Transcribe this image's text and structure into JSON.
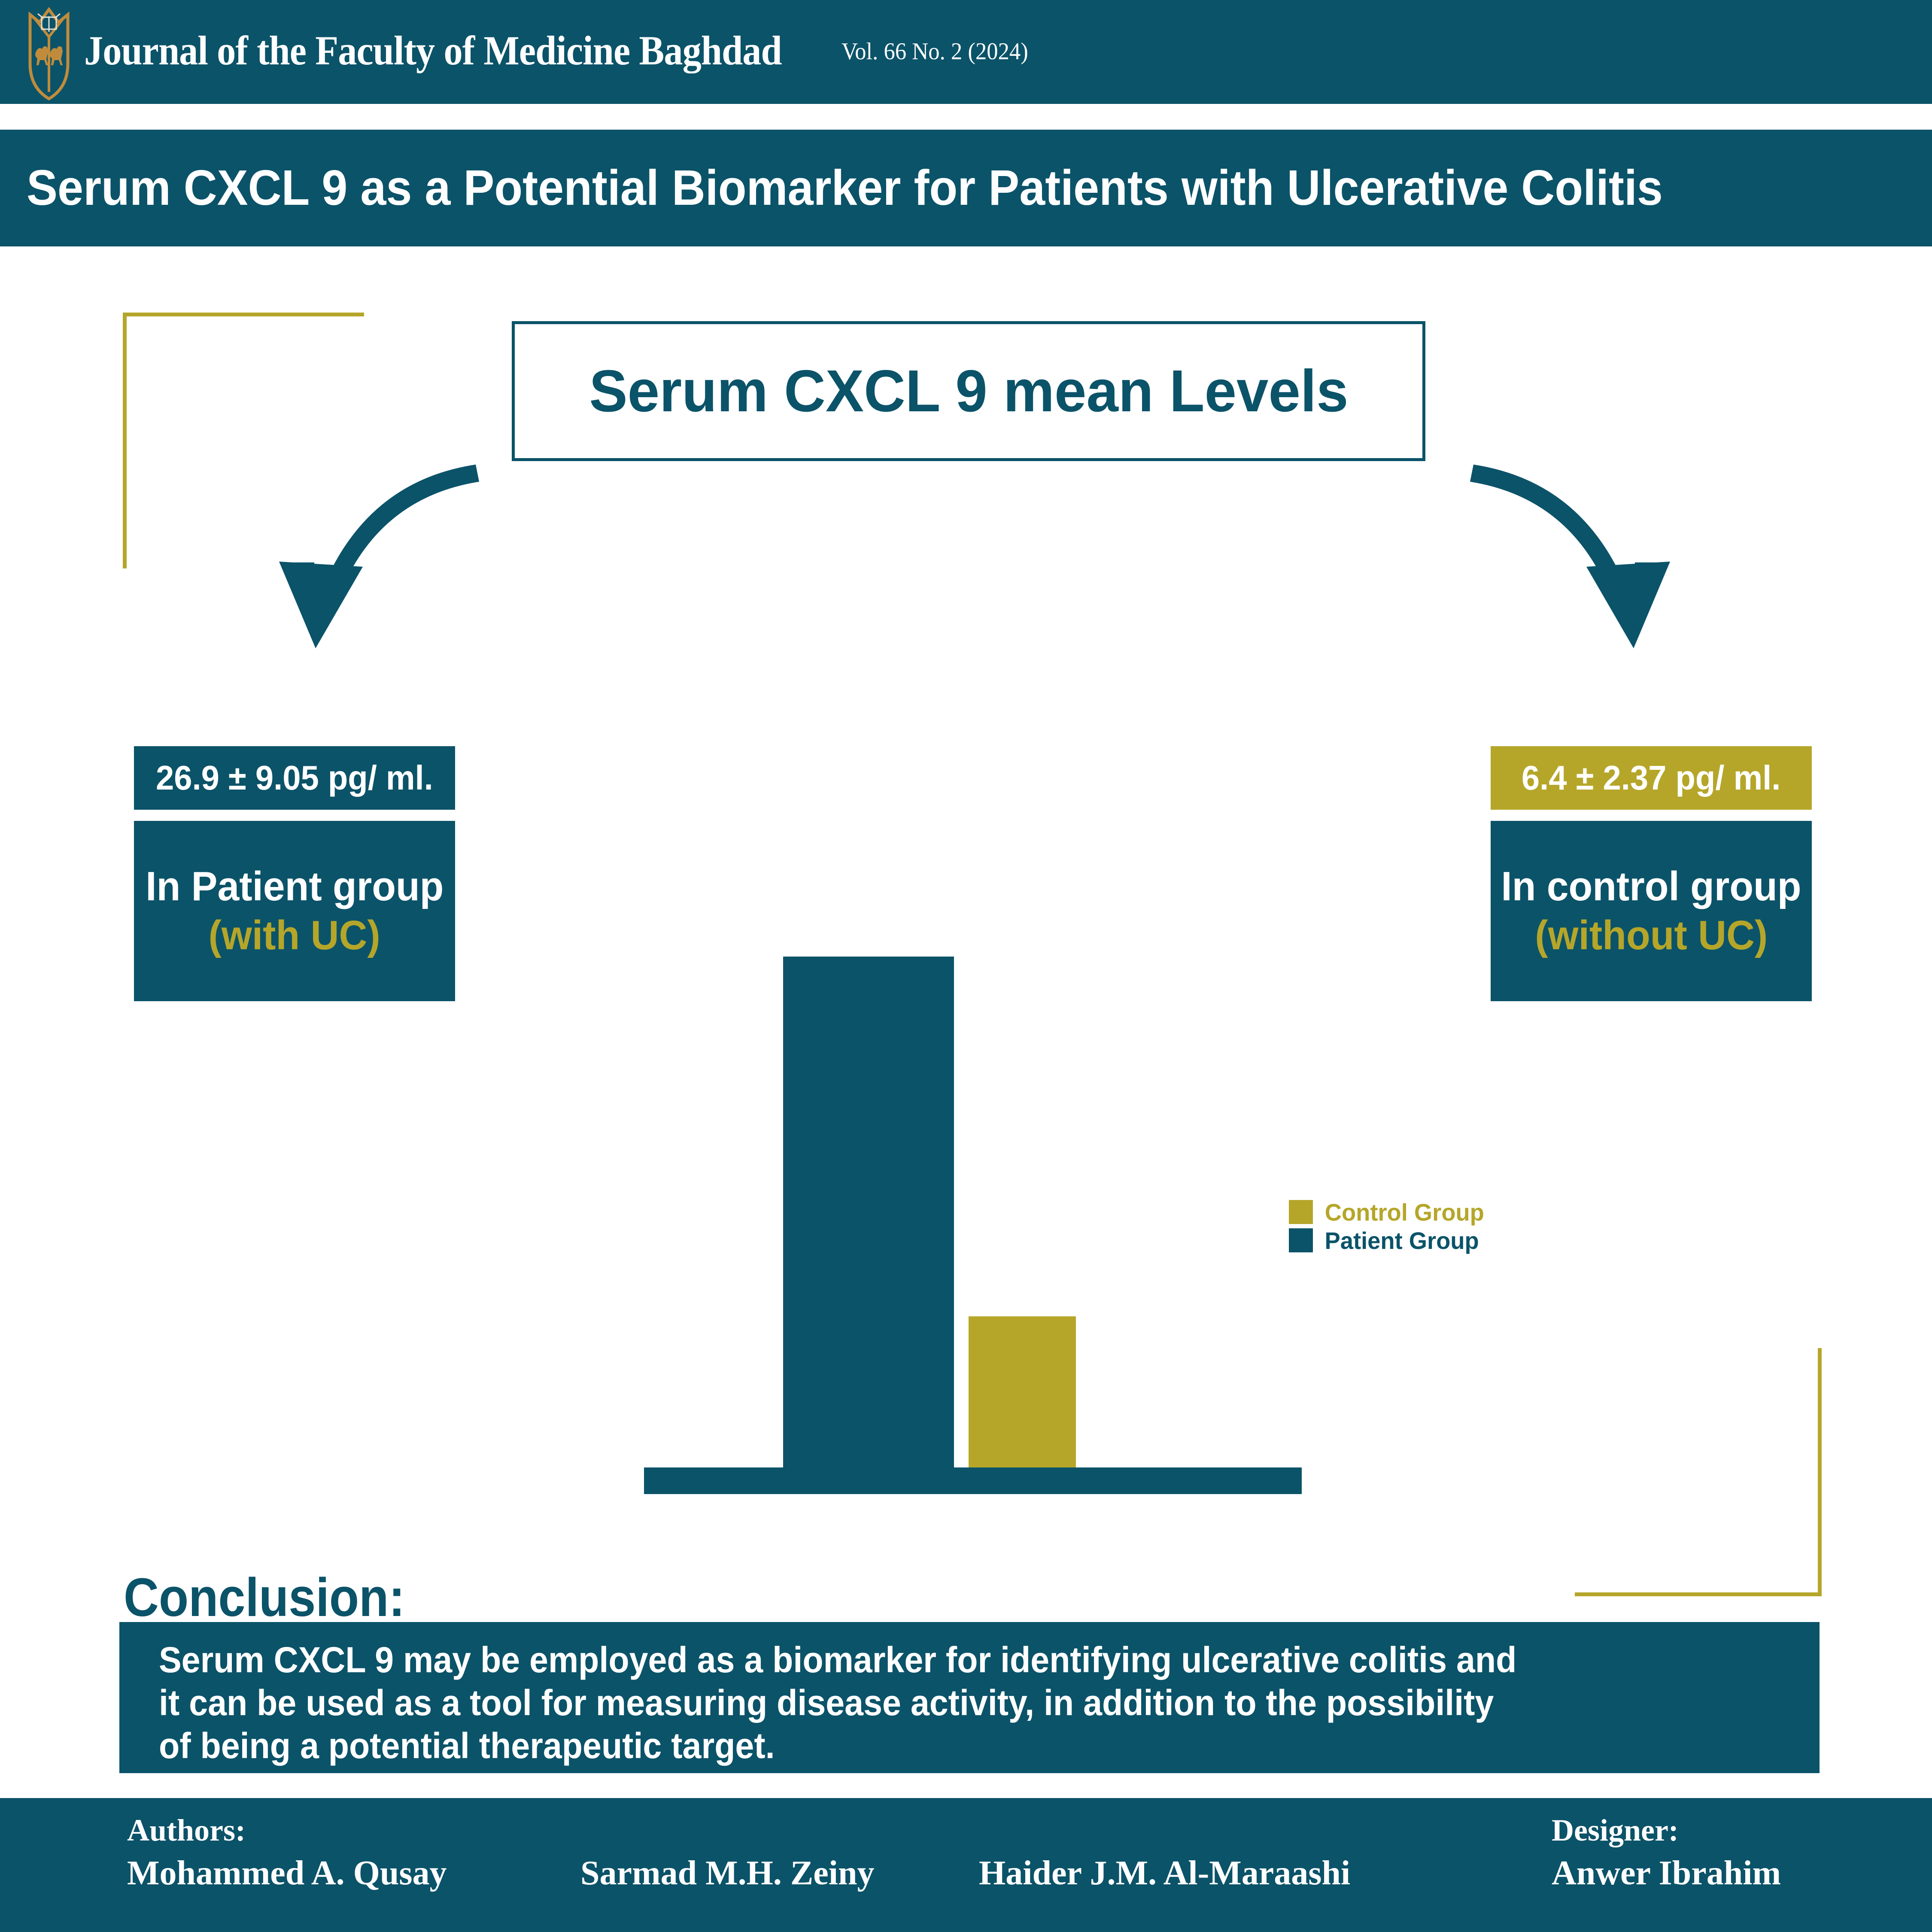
{
  "header": {
    "journal_title": "Journal of the Faculty of Medicine Baghdad",
    "issue": "Vol. 66   No. 2 (2024)",
    "logo_name": "shield-logo"
  },
  "article": {
    "title": "Serum CXCL 9 as a Potential Biomarker for Patients with Ulcerative Colitis"
  },
  "chart_title": "Serum CXCL 9  mean Levels",
  "patient_panel": {
    "value": "26.9 ± 9.05 pg/ ml.",
    "group_line1": "In Patient group",
    "group_line2": "(with UC)"
  },
  "control_panel": {
    "value": "6.4 ± 2.37 pg/ ml.",
    "group_line1": "In control group",
    "group_line2": "(without UC)"
  },
  "legend": {
    "control_label": "Control Group",
    "patient_label": "Patient Group"
  },
  "conclusion": {
    "heading": "Conclusion:",
    "line1": "Serum CXCL 9 may be employed as a biomarker for identifying ulcerative colitis and",
    "line2": "it can be used as a tool for measuring disease activity, in addition to the possibility",
    "line3": "of being a potential therapeutic target."
  },
  "footer": {
    "authors_label": "Authors:",
    "author_1": "Mohammed A. Qusay",
    "author_2": "Sarmad M.H. Zeiny",
    "author_3": "Haider J.M. Al-Maraashi",
    "designer_label": "Designer:",
    "designer_name": "Anwer Ibrahim"
  },
  "colors": {
    "teal": "#0b5369",
    "gold": "#b5a62a",
    "logo_gold": "#c08c3c",
    "white": "#ffffff"
  },
  "chart_data": {
    "type": "bar",
    "title": "Serum CXCL 9  mean Levels",
    "categories": [
      "Patient Group",
      "Control Group"
    ],
    "values": [
      26.9,
      6.4
    ],
    "errors": [
      9.05,
      2.37
    ],
    "unit": "pg/ml",
    "series": [
      {
        "name": "Patient Group",
        "values": [
          26.9
        ],
        "color": "#0b5369"
      },
      {
        "name": "Control Group",
        "values": [
          6.4
        ],
        "color": "#b5a62a"
      }
    ],
    "xlabel": "",
    "ylabel": "",
    "ylim": [
      0,
      30
    ],
    "grid": false,
    "legend_position": "right"
  }
}
